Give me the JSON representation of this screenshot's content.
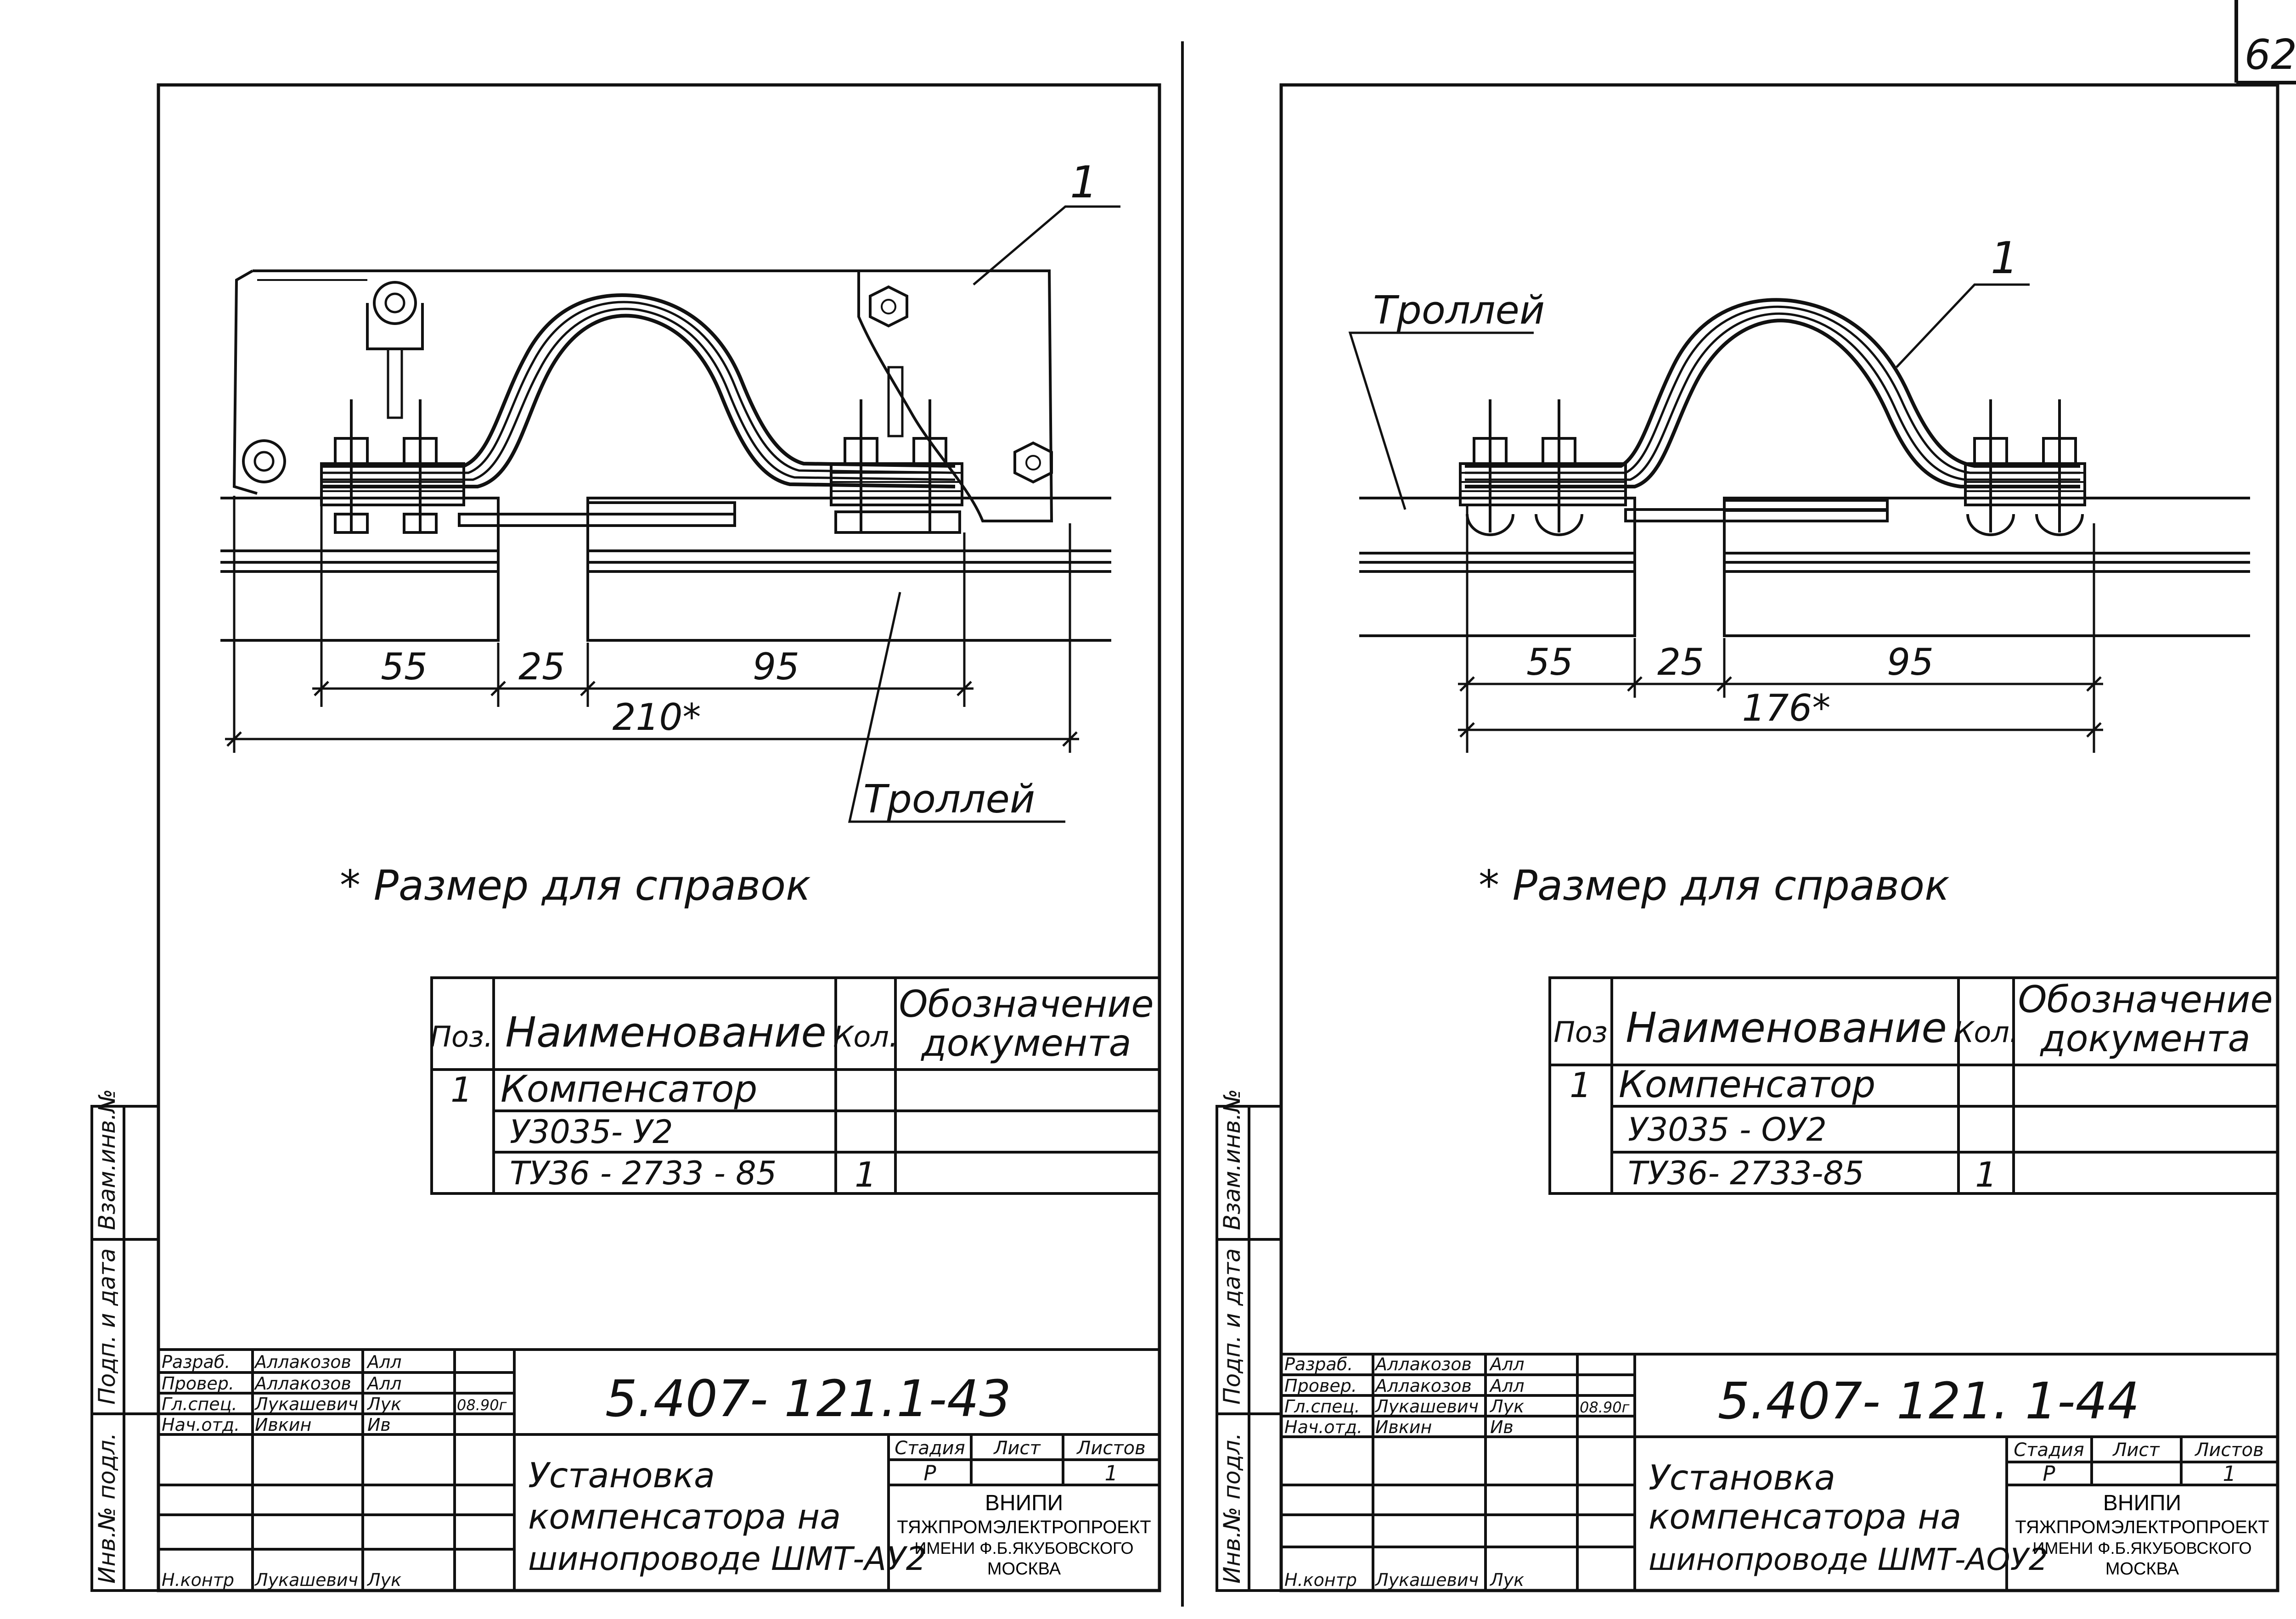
{
  "page_number": "62",
  "sheets": [
    {
      "position_label": "1",
      "trolley_label": "Троллей",
      "dimensions": {
        "d1": "55",
        "d2": "25",
        "d3": "95",
        "total": "210*"
      },
      "note": "* Размер для справок",
      "spec_table": {
        "headers": {
          "pos": "Поз.",
          "name": "Наименование",
          "qty": "Кол.",
          "doc_line1": "Обозначение",
          "doc_line2": "документа"
        },
        "rows": [
          {
            "pos": "1",
            "name": "Компенсатор",
            "qty": ""
          },
          {
            "pos": "",
            "name": "У3035- У2",
            "qty": ""
          },
          {
            "pos": "",
            "name": "ТУ36 - 2733 - 85",
            "qty": "1"
          }
        ]
      },
      "side_stamp": {
        "s1": "Инв.№ подл.",
        "s2": "Подп. и дата",
        "s3": "Взам.инв.№"
      },
      "title_block": {
        "roles": [
          {
            "role": "Разраб.",
            "name": "Аллакозов",
            "sign": "Алл",
            "date": ""
          },
          {
            "role": "Провер.",
            "name": "Аллакозов",
            "sign": "Алл",
            "date": ""
          },
          {
            "role": "Гл.спец.",
            "name": "Лукашевич",
            "sign": "Лук",
            "date": "08.90г"
          },
          {
            "role": "Нач.отд.",
            "name": "Ивкин",
            "sign": "Ив",
            "date": ""
          },
          {
            "role": "",
            "name": "",
            "sign": "",
            "date": ""
          },
          {
            "role": "",
            "name": "",
            "sign": "",
            "date": ""
          },
          {
            "role": "Н.контр",
            "name": "Лукашевич",
            "sign": "Лук",
            "date": ""
          }
        ],
        "doc_number": "5.407- 121.1-43",
        "title_line1": "Установка",
        "title_line2": "компенсатора на",
        "title_line3": "шинопроводе ШМТ-АУ2",
        "stage_header": "Стадия",
        "sheet_header": "Лист",
        "sheets_header": "Листов",
        "stage": "Р",
        "sheet": "",
        "sheets_total": "1",
        "org1": "ВНИПИ",
        "org2": "ТЯЖПРОМЭЛЕКТРОПРОЕКТ",
        "org3": "ИМЕНИ Ф.Б.ЯКУБОВСКОГО",
        "org4": "МОСКВА"
      }
    },
    {
      "position_label": "1",
      "trolley_label": "Троллей",
      "dimensions": {
        "d1": "55",
        "d2": "25",
        "d3": "95",
        "total": "176*"
      },
      "note": "* Размер для справок",
      "spec_table": {
        "headers": {
          "pos": "Поз",
          "name": "Наименование",
          "qty": "Кол.",
          "doc_line1": "Обозначение",
          "doc_line2": "документа"
        },
        "rows": [
          {
            "pos": "1",
            "name": "Компенсатор",
            "qty": ""
          },
          {
            "pos": "",
            "name": "У3035 - ОУ2",
            "qty": ""
          },
          {
            "pos": "",
            "name": "ТУ36- 2733-85",
            "qty": "1"
          }
        ]
      },
      "side_stamp": {
        "s1": "Инв.№ подл.",
        "s2": "Подп. и дата",
        "s3": "Взам.инв.№"
      },
      "title_block": {
        "roles": [
          {
            "role": "Разраб.",
            "name": "Аллакозов",
            "sign": "Алл",
            "date": ""
          },
          {
            "role": "Провер.",
            "name": "Аллакозов",
            "sign": "Алл",
            "date": ""
          },
          {
            "role": "Гл.спец.",
            "name": "Лукашевич",
            "sign": "Лук",
            "date": "08.90г"
          },
          {
            "role": "Нач.отд.",
            "name": "Ивкин",
            "sign": "Ив",
            "date": ""
          },
          {
            "role": "",
            "name": "",
            "sign": "",
            "date": ""
          },
          {
            "role": "",
            "name": "",
            "sign": "",
            "date": ""
          },
          {
            "role": "Н.контр",
            "name": "Лукашевич",
            "sign": "Лук",
            "date": ""
          }
        ],
        "doc_number": "5.407- 121. 1-44",
        "title_line1": "Установка",
        "title_line2": "компенсатора на",
        "title_line3": "шинопроводе ШМТ-АОУ2",
        "stage_header": "Стадия",
        "sheet_header": "Лист",
        "sheets_header": "Листов",
        "stage": "Р",
        "sheet": "",
        "sheets_total": "1",
        "org1": "ВНИПИ",
        "org2": "ТЯЖПРОМЭЛЕКТРОПРОЕКТ",
        "org3": "ИМЕНИ Ф.Б.ЯКУБОВСКОГО",
        "org4": "МОСКВА"
      }
    }
  ]
}
